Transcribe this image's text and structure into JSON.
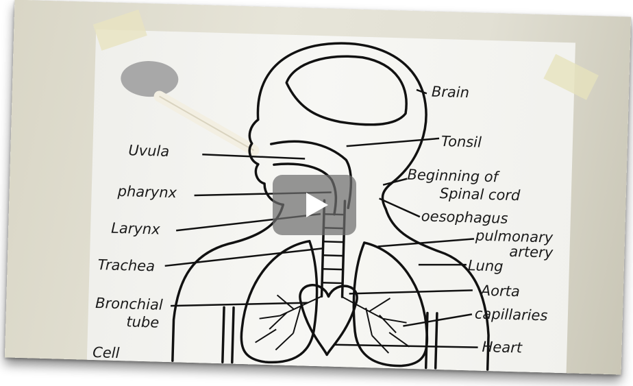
{
  "labels": {
    "brain": "Brain",
    "tonsil": "Tonsil",
    "uvula": "Uvula",
    "beginning_spinal_1": "Beginning of",
    "beginning_spinal_2": "Spinal cord",
    "pharynx": "pharynx",
    "oesophagus": "oesophagus",
    "larynx": "Larynx",
    "pulmonary_1": "pulmonary",
    "pulmonary_2": "artery",
    "lung": "Lung",
    "trachea": "Trachea",
    "aorta": "Aorta",
    "bronchial_1": "Bronchial",
    "bronchial_2": "tube",
    "capillaries": "capillaries",
    "heart": "Heart",
    "cell": "Cell"
  },
  "player": {
    "play_icon": "play-icon"
  }
}
